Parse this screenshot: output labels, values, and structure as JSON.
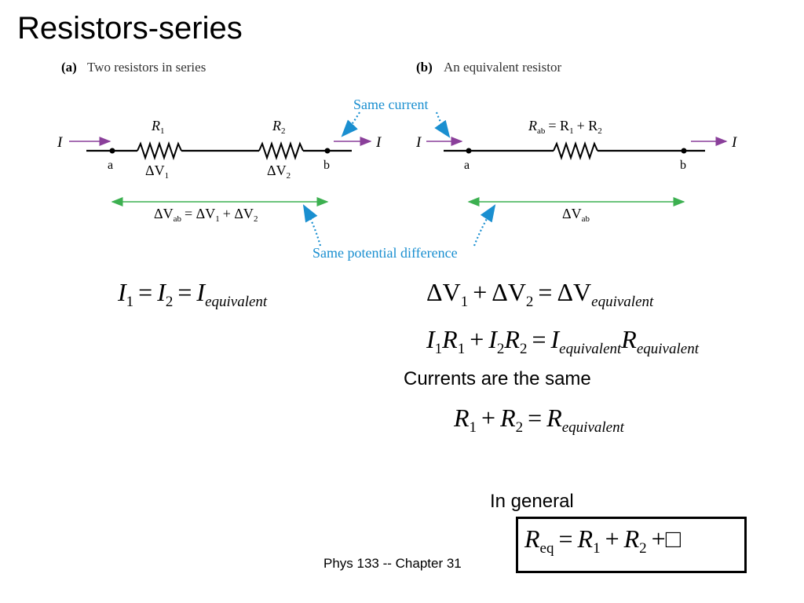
{
  "slide": {
    "title": "Resistors-series",
    "footer": "Phys 133 -- Chapter 31"
  },
  "figure": {
    "panel_a_label": "(a)",
    "panel_a_title": "Two resistors in series",
    "panel_b_label": "(b)",
    "panel_b_title": "An equivalent resistor",
    "same_current": "Same current",
    "same_potential": "Same potential difference",
    "current_symbol": "I",
    "node_a": "a",
    "node_b": "b",
    "r1": "R",
    "r1_sub": "1",
    "r2": "R",
    "r2_sub": "2",
    "dv": "ΔV",
    "dv1_sub": "1",
    "dv2_sub": "2",
    "rab": "R",
    "rab_sub": "ab",
    "rab_eq_rest": "= R",
    "rab_eq_sub1": "1",
    "rab_eq_plus": "+ R",
    "rab_eq_sub2": "2",
    "dvab_sub": "ab",
    "dvab_eq_rest": "= ΔV",
    "dvab_eq_plus": "+ ΔV"
  },
  "equations": {
    "eq1": {
      "I": "I",
      "s1": "1",
      "eq": "=",
      "s2": "2",
      "s3": "equivalent"
    },
    "eq2": {
      "dV": "ΔV",
      "s1": "1",
      "plus": "+",
      "s2": "2",
      "eq": "=",
      "s3": "equivalent"
    },
    "eq3": {
      "I": "I",
      "R": "R",
      "s1": "1",
      "plus": "+",
      "s2": "2",
      "eq": "=",
      "s3": "equivalent"
    },
    "currents_note": "Currents are the same",
    "eq4": {
      "R": "R",
      "s1": "1",
      "plus": "+",
      "s2": "2",
      "eq": "=",
      "s3": "equivalent"
    },
    "general_note": "In general",
    "eq5": {
      "R": "R",
      "seq": "eq",
      "eq": "=",
      "s1": "1",
      "plus": "+",
      "s2": "2",
      "tail": "+□"
    }
  },
  "colors": {
    "current_arrow": "#8a3f9a",
    "dashed_arrow": "#1a8fd0",
    "potential_arrow": "#3cb050"
  }
}
